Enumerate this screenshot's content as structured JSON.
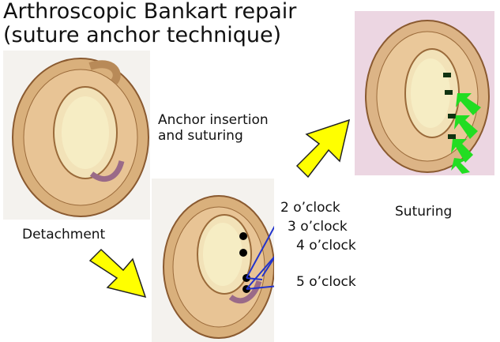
{
  "title": {
    "line1": "Arthroscopic Bankart repair",
    "line2": "(suture anchor technique)"
  },
  "panels": {
    "detachment": {
      "caption": "Detachment"
    },
    "anchors": {
      "labels": [
        "2 o’clock",
        "3 o’clock",
        "4 o’clock",
        "5 o’clock"
      ]
    },
    "suturing": {
      "caption": "Suturing"
    }
  },
  "step_label": {
    "line1": "Anchor insertion",
    "line2": "and suturing"
  },
  "colors": {
    "arrow": "#ffff00",
    "leader_lines": "#2233cc",
    "suture_arrows": "#22dd22",
    "suturing_bg": "#ecd6e2"
  }
}
